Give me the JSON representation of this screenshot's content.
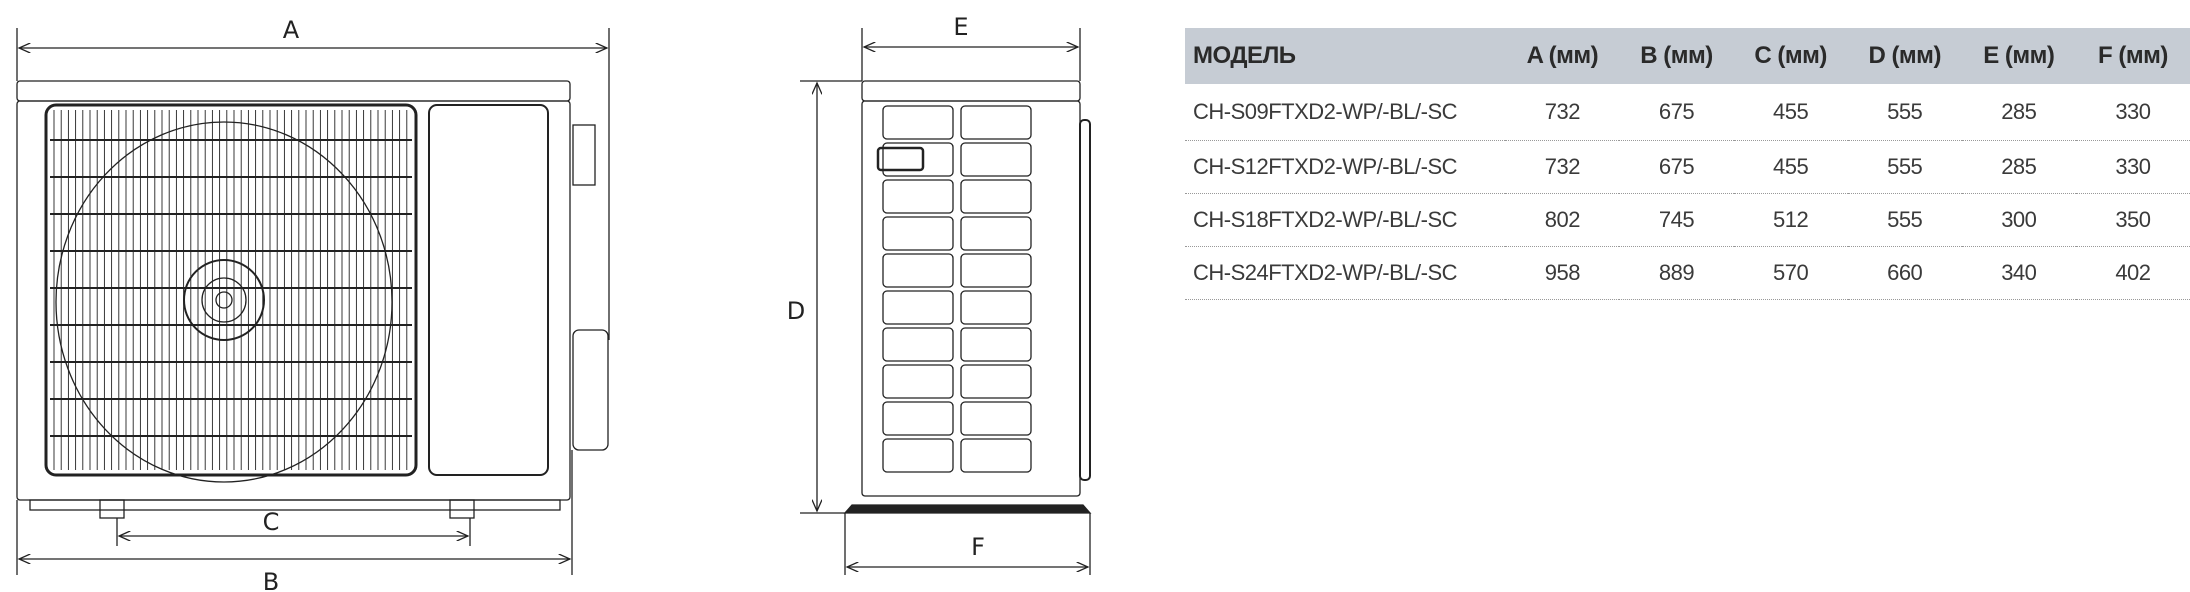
{
  "dimension_labels": {
    "a": "A",
    "b": "B",
    "c": "C",
    "d": "D",
    "e": "E",
    "f": "F"
  },
  "table": {
    "headers": [
      "МОДЕЛЬ",
      "A (мм)",
      "B (мм)",
      "C (мм)",
      "D (мм)",
      "E (мм)",
      "F (мм)"
    ],
    "rows": [
      [
        "CH-S09FTXD2-WP/-BL/-SC",
        "732",
        "675",
        "455",
        "555",
        "285",
        "330"
      ],
      [
        "CH-S12FTXD2-WP/-BL/-SC",
        "732",
        "675",
        "455",
        "555",
        "285",
        "330"
      ],
      [
        "CH-S18FTXD2-WP/-BL/-SC",
        "802",
        "745",
        "512",
        "555",
        "300",
        "350"
      ],
      [
        "CH-S24FTXD2-WP/-BL/-SC",
        "958",
        "889",
        "570",
        "660",
        "340",
        "402"
      ]
    ],
    "header_bg": "#c6ccd4"
  }
}
